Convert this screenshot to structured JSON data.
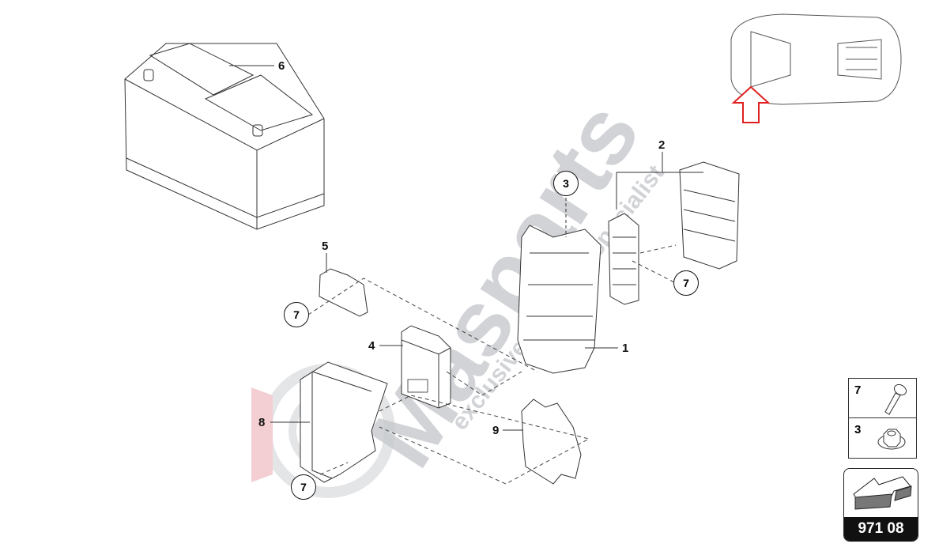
{
  "watermark": {
    "brand": "Masparts",
    "tagline": "exclusive car parts specialist",
    "color": "#c9ccd0",
    "accent": "#e8a0a8"
  },
  "callouts": {
    "part_1": "1",
    "part_2": "2",
    "part_3": "3",
    "part_4": "4",
    "part_5": "5",
    "part_6": "6",
    "part_7a": "7",
    "part_7b": "7",
    "part_7c": "7",
    "part_8": "8",
    "part_9": "9"
  },
  "hardware_legend": [
    {
      "number": "7",
      "icon": "screw-icon"
    },
    {
      "number": "3",
      "icon": "flange-nut-icon"
    }
  ],
  "section_code": "971 08",
  "locator": {
    "arrow_color": "#e02020"
  }
}
